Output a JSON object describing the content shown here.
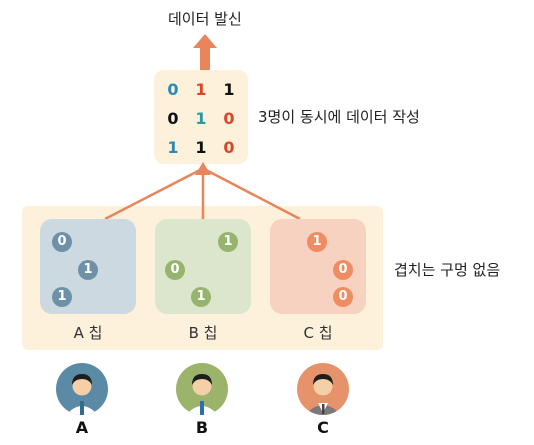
{
  "title": "데이터 발신",
  "matrix_caption": "3명이 동시에 데이터 작성",
  "matrix": [
    [
      {
        "v": "0",
        "c": "#2a8ab0"
      },
      {
        "v": "1",
        "c": "#d9472b"
      },
      {
        "v": "1",
        "c": "#111111"
      }
    ],
    [
      {
        "v": "0",
        "c": "#111111"
      },
      {
        "v": "1",
        "c": "#2a9aa0"
      },
      {
        "v": "0",
        "c": "#d9472b"
      }
    ],
    [
      {
        "v": "1",
        "c": "#2a8ab0"
      },
      {
        "v": "1",
        "c": "#111111"
      },
      {
        "v": "0",
        "c": "#d9472b"
      }
    ]
  ],
  "tray_caption": "겹치는 구멍 없음",
  "chips": [
    {
      "label": "A 칩",
      "bg": "#cdd9e1",
      "hole": "#6f91a8",
      "holes": [
        "0",
        "1",
        "1"
      ]
    },
    {
      "label": "B 칩",
      "bg": "#dbe6cc",
      "hole": "#97b46f",
      "holes": [
        "1",
        "0",
        "1"
      ]
    },
    {
      "label": "C 칩",
      "bg": "#f7d2c0",
      "hole": "#ef8c62",
      "holes": [
        "1",
        "0",
        "0"
      ]
    }
  ],
  "people": [
    {
      "label": "A",
      "bg": "#5a8aa5"
    },
    {
      "label": "B",
      "bg": "#9bb36a"
    },
    {
      "label": "C",
      "bg": "#e6926a"
    }
  ],
  "colors": {
    "arrow": "#e8855a",
    "tray": "#fdf1dc"
  }
}
